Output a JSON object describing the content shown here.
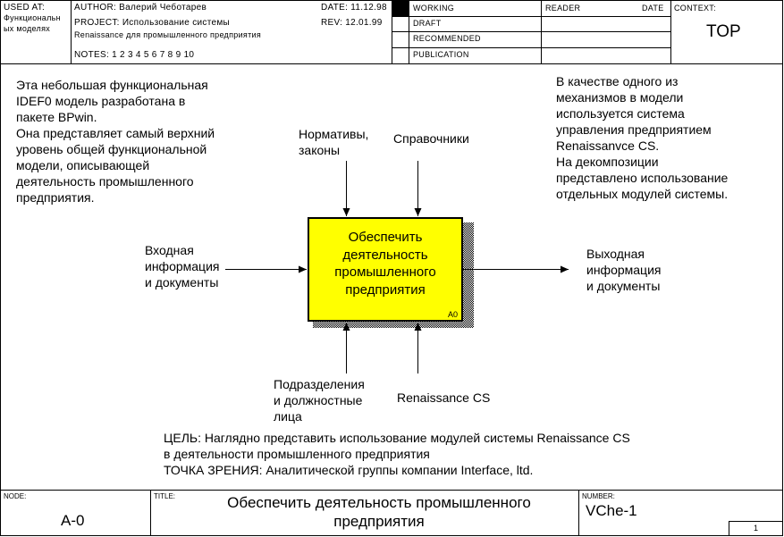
{
  "header": {
    "used_at_label": "USED AT:",
    "used_at_value_1": "Функциональн",
    "used_at_value_2": "ых моделях",
    "author": "AUTHOR:  Валерий Чеботарев",
    "project": "PROJECT:  Использование системы",
    "project_2": "Renaissance для промышленного предприятия",
    "notes": "NOTES:  1  2  3  4  5  6  7  8  9  10",
    "date": "DATE:  11.12.98",
    "rev": "REV:     12.01.99",
    "status": [
      "WORKING",
      "DRAFT",
      "RECOMMENDED",
      "PUBLICATION"
    ],
    "reader": "READER",
    "reader_date": "DATE",
    "context_label": "CONTEXT:",
    "context_value": "TOP"
  },
  "diagram": {
    "box_label": [
      "Обеспечить",
      "деятельность",
      "промышленного",
      "предприятия"
    ],
    "box_id": "A0",
    "box_color": "#ffff00",
    "note_left": [
      "Эта небольшая функциональная",
      "IDEF0 модель разработана в",
      "пакете BPwin.",
      "Она представляет самый верхний",
      "уровень общей функциональной",
      "модели, описывающей",
      "деятельность промышленного",
      "предприятия."
    ],
    "note_right": [
      "В качестве одного из",
      "механизмов в модели",
      "используется система",
      "управления предприятием",
      "Renaissanvce CS.",
      "На декомпозиции",
      "представлено использование",
      "отдельных модулей системы."
    ],
    "control_1": [
      "Нормативы,",
      "законы"
    ],
    "control_2": "Справочники",
    "input": [
      "Входная",
      "информация",
      "и документы"
    ],
    "output": [
      "Выходная",
      "информация",
      "и документы"
    ],
    "mechanism_1": [
      "Подразделения",
      "и должностные",
      "лица"
    ],
    "mechanism_2": "Renaissance CS",
    "goal": [
      "ЦЕЛЬ: Наглядно представить использование модулей системы Renaissance CS",
      "в деятельности промышленного предприятия",
      "ТОЧКА ЗРЕНИЯ: Аналитической группы компании Interface, ltd."
    ]
  },
  "footer": {
    "node_label": "NODE:",
    "node_value": "A-0",
    "title_label": "TITLE:",
    "title_1": "Обеспечить  деятельность промышленного",
    "title_2": "предприятия",
    "number_label": "NUMBER:",
    "number_value": "VChe-1",
    "page": "1"
  }
}
